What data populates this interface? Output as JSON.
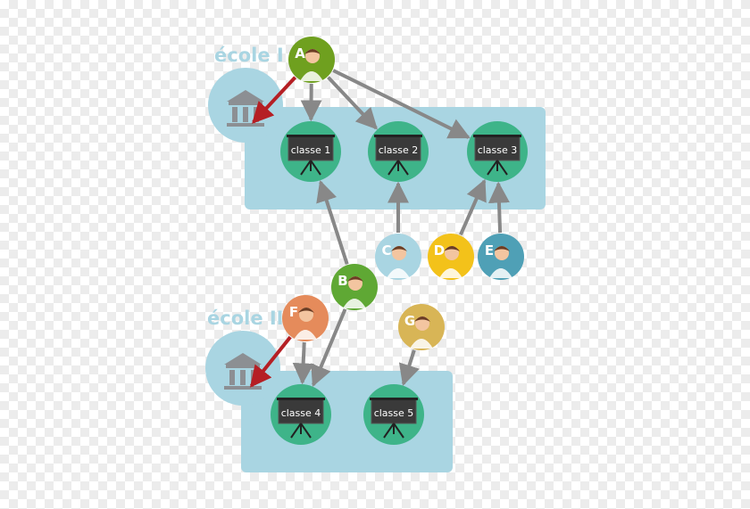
{
  "schools": [
    {
      "id": "s1",
      "label": "école I",
      "icon": "museum-building-icon"
    },
    {
      "id": "s2",
      "label": "école II",
      "icon": "museum-building-icon"
    }
  ],
  "classes": [
    {
      "id": "c1",
      "label": "classe 1",
      "icon": "chalkboard-easel-icon"
    },
    {
      "id": "c2",
      "label": "classe 2",
      "icon": "chalkboard-easel-icon"
    },
    {
      "id": "c3",
      "label": "classe 3",
      "icon": "chalkboard-easel-icon"
    },
    {
      "id": "c4",
      "label": "classe 4",
      "icon": "chalkboard-easel-icon"
    },
    {
      "id": "c5",
      "label": "classe 5",
      "icon": "chalkboard-easel-icon"
    }
  ],
  "people": [
    {
      "id": "A",
      "letter": "A",
      "color": "#6fa01f",
      "icon": "woman-avatar-icon"
    },
    {
      "id": "B",
      "letter": "B",
      "color": "#5fa834",
      "icon": "woman-avatar-icon"
    },
    {
      "id": "C",
      "letter": "C",
      "color": "#a9d5e2",
      "icon": "man-avatar-icon"
    },
    {
      "id": "D",
      "letter": "D",
      "color": "#f3c21a",
      "icon": "woman-avatar-icon"
    },
    {
      "id": "E",
      "letter": "E",
      "color": "#4fa0b6",
      "icon": "woman-avatar-icon"
    },
    {
      "id": "F",
      "letter": "F",
      "color": "#e58b5b",
      "icon": "bearded-man-avatar-icon"
    },
    {
      "id": "G",
      "letter": "G",
      "color": "#d8b556",
      "icon": "man-avatar-icon"
    }
  ],
  "links": [
    {
      "from": "A",
      "to": "s1",
      "kind": "admin"
    },
    {
      "from": "A",
      "to": "c1",
      "kind": "teaches"
    },
    {
      "from": "A",
      "to": "c2",
      "kind": "teaches"
    },
    {
      "from": "A",
      "to": "c3",
      "kind": "teaches"
    },
    {
      "from": "B",
      "to": "c1",
      "kind": "teaches"
    },
    {
      "from": "B",
      "to": "c4",
      "kind": "teaches"
    },
    {
      "from": "C",
      "to": "c2",
      "kind": "teaches"
    },
    {
      "from": "D",
      "to": "c3",
      "kind": "teaches"
    },
    {
      "from": "E",
      "to": "c3",
      "kind": "teaches"
    },
    {
      "from": "F",
      "to": "s2",
      "kind": "admin"
    },
    {
      "from": "F",
      "to": "c4",
      "kind": "teaches"
    },
    {
      "from": "G",
      "to": "c5",
      "kind": "teaches"
    }
  ],
  "colors": {
    "panel": "#a9d5e2",
    "class_circle": "#3eb489",
    "board": "#3a3a3a",
    "teach_arrow": "#888888",
    "admin_arrow": "#b51f24"
  }
}
